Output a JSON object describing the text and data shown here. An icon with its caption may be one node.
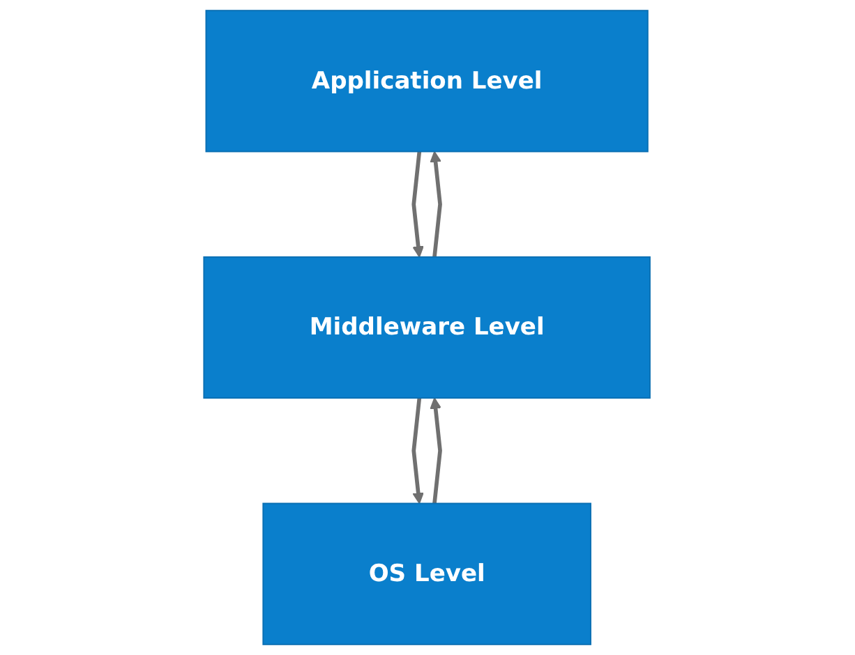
{
  "diagram": {
    "nodes": [
      {
        "text": [
          "Application Level"
        ]
      },
      {
        "text": [
          "Middleware Level"
        ]
      },
      {
        "text": [
          "OS Level"
        ]
      }
    ],
    "edges": [
      {
        "from": 0,
        "to": 1,
        "arrow": "to"
      },
      {
        "from": 1,
        "to": 0,
        "arrow": "to"
      },
      {
        "from": 1,
        "to": 2,
        "arrow": "to"
      },
      {
        "from": 2,
        "to": 1,
        "arrow": "to"
      }
    ]
  }
}
